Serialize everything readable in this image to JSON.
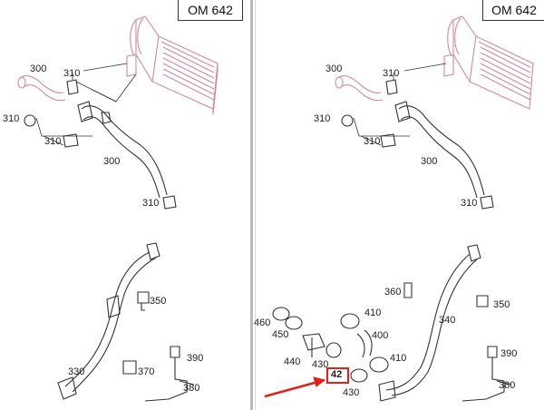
{
  "engine_label": "OM 642",
  "left_panel": {
    "callouts": {
      "c300a": "300",
      "c310a": "310",
      "c310b": "310",
      "c310c": "310",
      "c300b": "300",
      "c310d": "310",
      "c350": "350",
      "c390": "390",
      "c330": "330",
      "c370": "370",
      "c380": "380"
    }
  },
  "right_panel": {
    "callouts": {
      "c300a": "300",
      "c310a": "310",
      "c310b": "310",
      "c310c": "310",
      "c300b": "300",
      "c310d": "310",
      "c360": "360",
      "c350": "350",
      "c410a": "410",
      "c460": "460",
      "c340": "340",
      "c400": "400",
      "c450": "450",
      "c440": "440",
      "c410b": "410",
      "c390": "390",
      "c430a": "430",
      "c42x": "42",
      "c430b": "430",
      "c380": "380"
    }
  },
  "colors": {
    "line": "#333333",
    "pink": "#d28a9a",
    "highlight": "#e0201a"
  }
}
